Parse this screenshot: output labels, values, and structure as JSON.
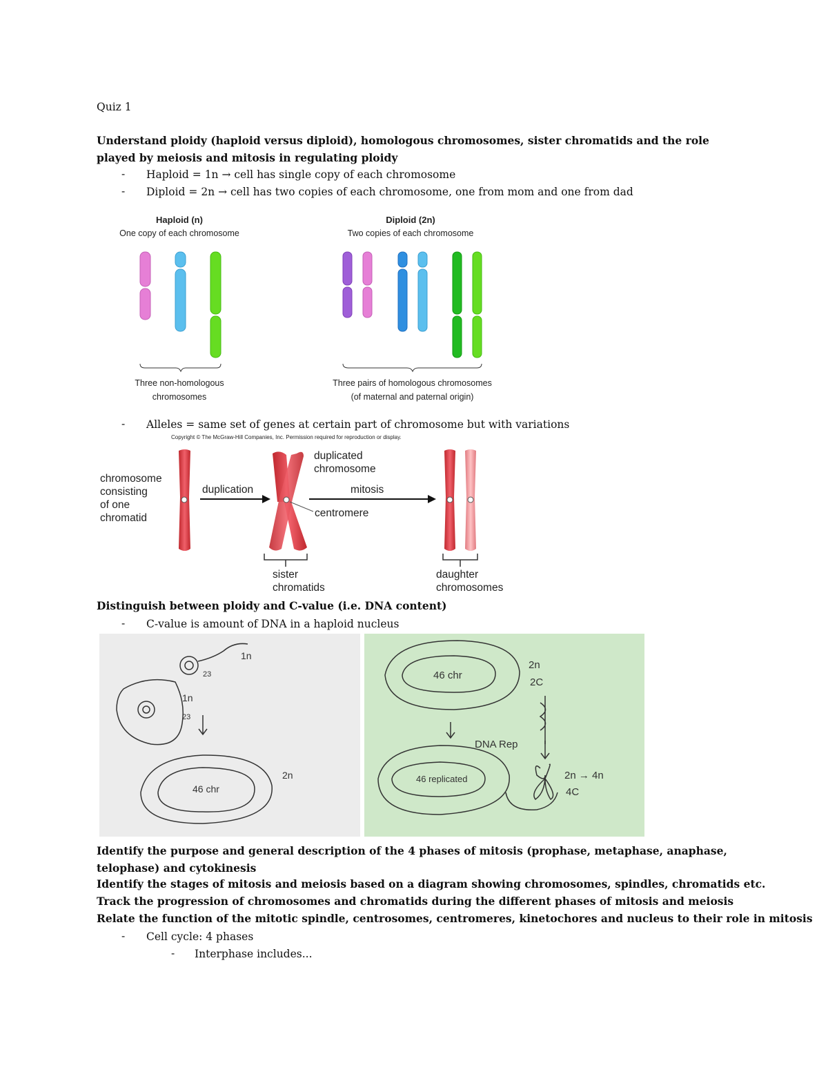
{
  "title": "Quiz 1",
  "section1": {
    "heading": "Understand ploidy (haploid versus diploid), homologous chromosomes, sister chromatids and the role played by meiosis and mitosis in regulating ploidy",
    "bullets": [
      "Haploid = 1n → cell has single copy of each chromosome",
      "Diploid = 2n → cell has two copies of each chromosome, one from mom and one from dad"
    ]
  },
  "figure1": {
    "haploid_title": "Haploid (n)",
    "haploid_sub": "One copy of each chromosome",
    "diploid_title": "Diploid (2n)",
    "diploid_sub": "Two copies of each chromosome",
    "haploid_caption_1": "Three non-homologous",
    "haploid_caption_2": "chromosomes",
    "diploid_caption_1": "Three pairs of homologous chromosomes",
    "diploid_caption_2": "(of maternal and paternal origin)",
    "colors": {
      "pink": "#e67fd6",
      "blue": "#5bbfee",
      "green": "#66dd22",
      "purple": "#9f5fd8",
      "darkblue": "#2f8fe0",
      "darkgreen": "#22bb22"
    }
  },
  "alleles_bullet": "Alleles = same set of genes at certain part of chromosome but with variations",
  "figure2": {
    "copyright": "Copyright © The McGraw-Hill Companies, Inc. Permission required for reproduction or display.",
    "label_chromosome": "chromosome\nconsisting\nof one\nchromatid",
    "label_duplication": "duplication",
    "label_duplicated": "duplicated\nchromosome",
    "label_mitosis": "mitosis",
    "label_centromere": "centromere",
    "label_sister": "sister\nchromatids",
    "label_daughter": "daughter\nchromosomes"
  },
  "section2": {
    "heading": "Distinguish between ploidy and C-value (i.e. DNA content)",
    "bullet": "C-value is amount of DNA in a haploid nucleus"
  },
  "photo_left": {
    "notes": [
      "1n",
      "23",
      "1n",
      "23",
      "46 chr",
      "2n"
    ]
  },
  "photo_right": {
    "notes": [
      "46 chr",
      "2n",
      "2C",
      "DNA Rep",
      "46 replicated",
      "2n → 4n",
      "4C"
    ]
  },
  "section3": {
    "headings": [
      "Identify the purpose and general description of the 4 phases of mitosis (prophase, metaphase, anaphase, telophase) and cytokinesis",
      "Identify the stages of mitosis and meiosis based on a diagram showing chromosomes, spindles, chromatids etc.",
      "Track the progression of chromosomes and chromatids during the different phases of mitosis and meiosis",
      "Relate the function of the mitotic spindle, centrosomes, centromeres, kinetochores and nucleus to their role in mitosis"
    ],
    "bullet": "Cell cycle: 4 phases",
    "sub_bullet": "Interphase includes..."
  }
}
